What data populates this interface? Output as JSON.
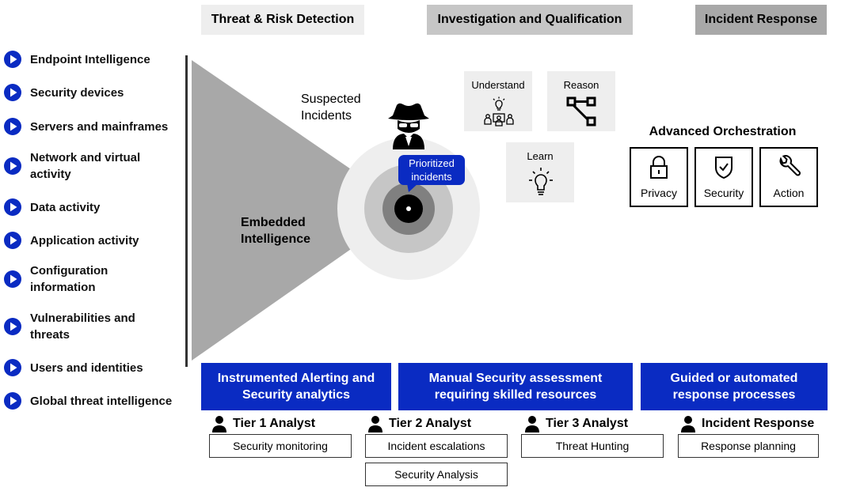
{
  "phases": {
    "detection": "Threat & Risk Detection",
    "investigation": "Investigation and Qualification",
    "response": "Incident Response"
  },
  "sources": [
    "Endpoint Intelligence",
    "Security devices",
    "Servers and mainframes",
    "Network and virtual activity",
    "Data activity",
    "Application activity",
    "Configuration information",
    "Vulnerabilities and threats",
    "Users and identities",
    "Global threat intelligence"
  ],
  "funnel": {
    "embedded_label": "Embedded Intelligence",
    "suspected_label": "Suspected Incidents",
    "prioritized_label": "Prioritized incidents"
  },
  "cognitive": {
    "understand": "Understand",
    "reason": "Reason",
    "learn": "Learn"
  },
  "orchestration": {
    "title": "Advanced Orchestration",
    "items": [
      "Privacy",
      "Security",
      "Action"
    ]
  },
  "bands": [
    "Instrumented Alerting and Security analytics",
    "Manual Security assessment requiring skilled resources",
    "Guided or automated response processes"
  ],
  "analysts": [
    {
      "title": "Tier 1 Analyst",
      "tasks": [
        "Security monitoring"
      ]
    },
    {
      "title": "Tier 2 Analyst",
      "tasks": [
        "Incident escalations",
        "Security Analysis"
      ]
    },
    {
      "title": "Tier 3 Analyst",
      "tasks": [
        "Threat Hunting"
      ]
    },
    {
      "title": "Incident Response",
      "tasks": [
        "Response planning"
      ]
    }
  ],
  "colors": {
    "brand_blue": "#0a2bc2",
    "bullet_blue": "#0a2bc2",
    "phase_light": "#eeeeee",
    "phase_mid": "#c6c6c6",
    "phase_dark": "#a8a8a8",
    "funnel_gray": "#a8a8a8"
  }
}
